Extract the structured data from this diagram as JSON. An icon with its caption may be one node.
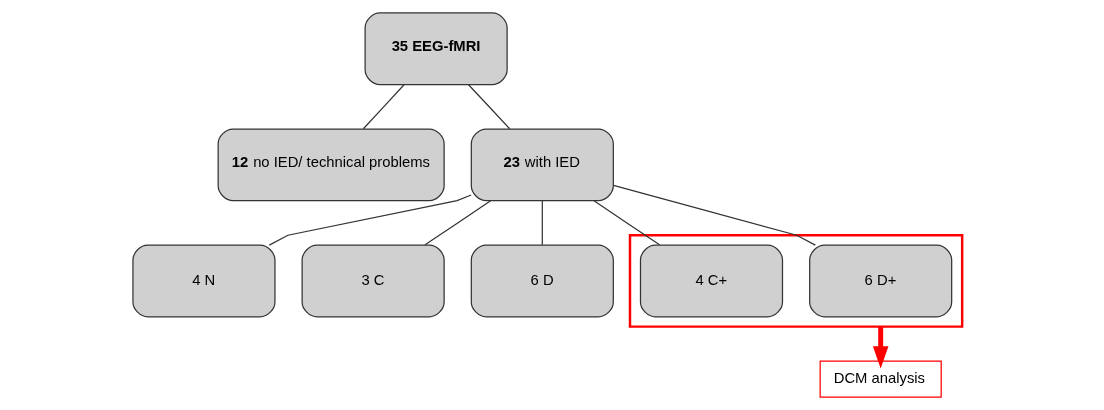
{
  "diagram": {
    "nodes": [
      {
        "text": [
          "35 EEG-fMRI"
        ]
      },
      {
        "text": [
          "**12** no IED/ technical problems"
        ]
      },
      {
        "text": [
          "**23** with IED"
        ]
      },
      {
        "text": [
          "4 N"
        ]
      },
      {
        "text": [
          "3 C"
        ]
      },
      {
        "text": [
          "6 D"
        ]
      },
      {
        "text": [],
        "shape": "box"
      },
      {
        "text": [
          "6 D+"
        ],
        "in": 6
      },
      {
        "text": [
          "4 C+"
        ],
        "in": 6
      },
      {
        "text": [
          "DCM analysis"
        ]
      }
    ],
    "edges": [
      {
        "from": 0,
        "to": 1,
        "arrow": "none"
      },
      {
        "from": 0,
        "to": 2,
        "arrow": "none"
      },
      {
        "from": 2,
        "to": 3,
        "arrow": "none"
      },
      {
        "from": 2,
        "to": 4,
        "arrow": "none"
      },
      {
        "from": 2,
        "to": 5,
        "arrow": "none"
      },
      {
        "from": 2,
        "to": 7,
        "arrow": "none"
      },
      {
        "from": 2,
        "to": 8,
        "arrow": "none"
      },
      {
        "from": 6,
        "to": 9,
        "arrow": "to",
        "style": "thick",
        "color": "#ff0000"
      }
    ]
  }
}
